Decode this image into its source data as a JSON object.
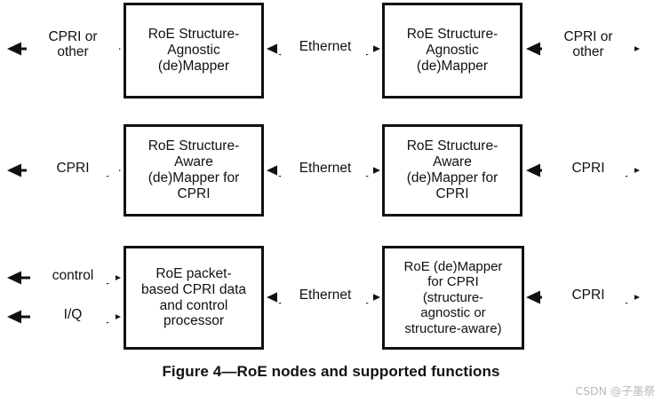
{
  "figure": {
    "caption": "Figure 4—RoE nodes and supported functions",
    "watermark": "CSDN @子墨祭",
    "background_color": "#ffffff",
    "stroke_color": "#111111",
    "text_color": "#111111",
    "watermark_color": "#b9b9b9"
  },
  "diagram": {
    "type": "block-diagram",
    "rows": [
      {
        "name": "structure-agnostic-row",
        "left_label": "CPRI or\nother",
        "left_boxes": [
          "RoE Structure-\nAgnostic\n(de)Mapper"
        ],
        "middle_label": "Ethernet",
        "right_boxes": [
          "RoE Structure-\nAgnostic\n(de)Mapper"
        ],
        "right_label": "CPRI or\nother"
      },
      {
        "name": "structure-aware-row",
        "left_label": "CPRI",
        "left_boxes": [
          "RoE Structure-\nAware\n(de)Mapper for\nCPRI"
        ],
        "middle_label": "Ethernet",
        "right_boxes": [
          "RoE Structure-\nAware\n(de)Mapper for\nCPRI"
        ],
        "right_label": "CPRI"
      },
      {
        "name": "packet-processor-row",
        "left_label": "control",
        "left_label_secondary": "I/Q",
        "left_boxes": [
          "RoE packet-\nbased CPRI data\nand control\nprocessor"
        ],
        "middle_label": "Ethernet",
        "right_boxes": [
          "RoE (de)Mapper\nfor CPRI\n(structure-\nagnostic or\nstructure-aware)"
        ],
        "right_label": "CPRI"
      }
    ],
    "boxes": {
      "row1_left": "RoE Structure-\nAgnostic\n(de)Mapper",
      "row1_right": "RoE Structure-\nAgnostic\n(de)Mapper",
      "row2_left": "RoE Structure-\nAware\n(de)Mapper for\nCPRI",
      "row2_right": "RoE Structure-\nAware\n(de)Mapper for\nCPRI",
      "row3_left": "RoE packet-\nbased CPRI data\nand control\nprocessor",
      "row3_right": "RoE (de)Mapper\nfor CPRI\n(structure-\nagnostic or\nstructure-aware)"
    },
    "labels": {
      "row1_left": "CPRI or\nother",
      "row1_middle": "Ethernet",
      "row1_right": "CPRI or\nother",
      "row2_left": "CPRI",
      "row2_middle": "Ethernet",
      "row2_right": "CPRI",
      "row3_left_control": "control",
      "row3_left_iq": "I/Q",
      "row3_middle": "Ethernet",
      "row3_right": "CPRI"
    }
  }
}
